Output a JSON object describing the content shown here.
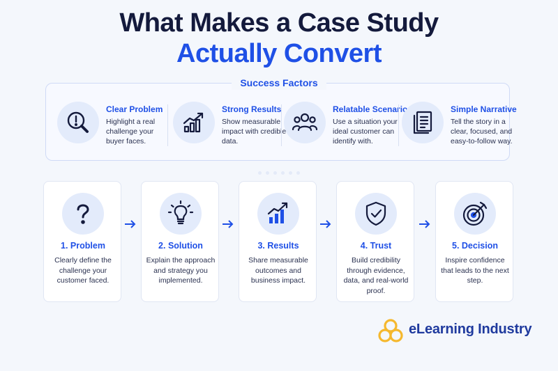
{
  "title": {
    "line1": "What Makes a Case Study",
    "line2": "Actually Convert"
  },
  "success_factors": {
    "heading": "Success Factors",
    "items": [
      {
        "icon": "magnifier-exclamation-icon",
        "title": "Clear Problem",
        "description": "Highlight a real challenge your buyer faces."
      },
      {
        "icon": "growth-chart-icon",
        "title": "Strong Results",
        "description": "Show measurable impact with credible data."
      },
      {
        "icon": "people-group-icon",
        "title": "Relatable Scenario",
        "description": "Use a situation your ideal customer can identify with."
      },
      {
        "icon": "document-icon",
        "title": "Simple Narrative",
        "description": "Tell the story in a clear, focused, and easy-to-follow way."
      }
    ]
  },
  "steps": [
    {
      "icon": "question-mark-icon",
      "title": "1. Problem",
      "description": "Clearly define the challenge your customer faced."
    },
    {
      "icon": "lightbulb-icon",
      "title": "2. Solution",
      "description": "Explain the approach and strategy you implemented."
    },
    {
      "icon": "growth-chart-icon",
      "title": "3. Results",
      "description": "Share measurable outcomes and business impact."
    },
    {
      "icon": "shield-check-icon",
      "title": "4. Trust",
      "description": "Build credibility through evidence, data, and real-world proof."
    },
    {
      "icon": "target-icon",
      "title": "5. Decision",
      "description": "Inspire confidence that leads to the next step."
    }
  ],
  "brand": {
    "name": "eLearning Industry",
    "colors": {
      "primary": "#1f50e6",
      "dark": "#141a3c",
      "logo_yellow": "#f5b82e"
    }
  }
}
